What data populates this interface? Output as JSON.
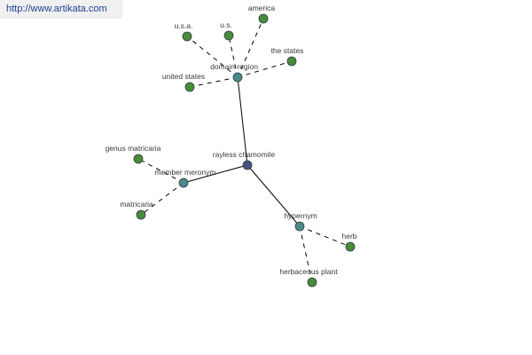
{
  "site": {
    "url": "http://www.artikata.com"
  },
  "graph": {
    "colors": {
      "root": "#46507f",
      "relation": "#4c8a8a",
      "leaf": "#4a8a3c",
      "node_stroke": "#2f3f3f",
      "edge": "#000000"
    },
    "nodes": [
      {
        "id": "rayless-chamomile",
        "label": "rayless chamomile",
        "kind": "root"
      },
      {
        "id": "domain-region",
        "label": "domain region",
        "kind": "relation"
      },
      {
        "id": "member-meronym",
        "label": "member meronym",
        "kind": "relation"
      },
      {
        "id": "hypernym",
        "label": "hypernym",
        "kind": "relation"
      },
      {
        "id": "america",
        "label": "america",
        "kind": "leaf"
      },
      {
        "id": "us",
        "label": "u.s.",
        "kind": "leaf"
      },
      {
        "id": "usa",
        "label": "u.s.a.",
        "kind": "leaf"
      },
      {
        "id": "the-states",
        "label": "the states",
        "kind": "leaf"
      },
      {
        "id": "united-states",
        "label": "united states",
        "kind": "leaf"
      },
      {
        "id": "genus-matricaria",
        "label": "genus matricaria",
        "kind": "leaf"
      },
      {
        "id": "matricaria",
        "label": "matricaria",
        "kind": "leaf"
      },
      {
        "id": "herb",
        "label": "herb",
        "kind": "leaf"
      },
      {
        "id": "herbaceous-plant",
        "label": "herbaceous plant",
        "kind": "leaf"
      }
    ],
    "edges": [
      {
        "from": "rayless-chamomile",
        "to": "domain-region",
        "style": "solid"
      },
      {
        "from": "rayless-chamomile",
        "to": "member-meronym",
        "style": "solid"
      },
      {
        "from": "rayless-chamomile",
        "to": "hypernym",
        "style": "solid"
      },
      {
        "from": "domain-region",
        "to": "america",
        "style": "dashed"
      },
      {
        "from": "domain-region",
        "to": "us",
        "style": "dashed"
      },
      {
        "from": "domain-region",
        "to": "usa",
        "style": "dashed"
      },
      {
        "from": "domain-region",
        "to": "the-states",
        "style": "dashed"
      },
      {
        "from": "domain-region",
        "to": "united-states",
        "style": "dashed"
      },
      {
        "from": "member-meronym",
        "to": "genus-matricaria",
        "style": "dashed"
      },
      {
        "from": "member-meronym",
        "to": "matricaria",
        "style": "dashed"
      },
      {
        "from": "hypernym",
        "to": "herb",
        "style": "dashed"
      },
      {
        "from": "hypernym",
        "to": "herbaceous-plant",
        "style": "dashed"
      }
    ]
  }
}
